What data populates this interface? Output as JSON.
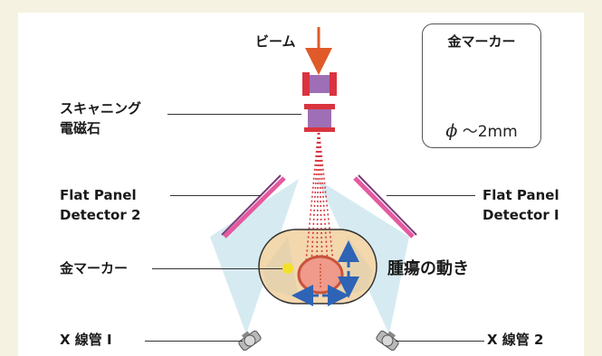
{
  "labels": {
    "beam": "ビーム",
    "scanning_magnet_line1": "スキャニング",
    "scanning_magnet_line2": "電磁石",
    "fpd2_line1": "Flat Panel",
    "fpd2_line2": "Detector 2",
    "fpd1_line1": "Flat Panel",
    "fpd1_line2": "Detector I",
    "gold_marker": "金マーカー",
    "tumor_motion": "腫瘍の動き",
    "xray_tube1": "X 線管 I",
    "xray_tube2": "X 線管 2"
  },
  "inset": {
    "title": "金マーカー",
    "phi": "ϕ",
    "size": " ～2mm"
  },
  "colors": {
    "background": "#f6f2e2",
    "beam_arrow": "#e05a2a",
    "magnet_red": "#d9343f",
    "magnet_purple": "#9e6fb5",
    "xray_cone": "#cfe8ee",
    "detector_pink": "#e45aa0",
    "body_fill": "#f3d7ad",
    "tumor": "#c8523c",
    "motion_arrow": "#2e63b5",
    "gold": "#f2e02a"
  }
}
